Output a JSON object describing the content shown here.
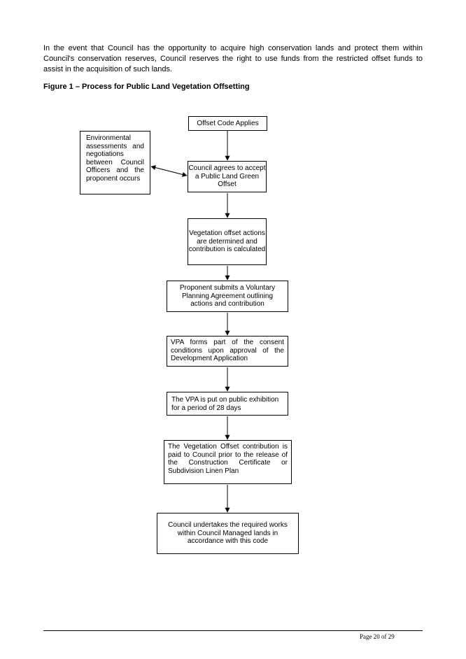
{
  "body": {
    "paragraph": "In the event that Council has the opportunity to acquire high conservation lands and protect them within Council's conservation reserves, Council reserves the right to use funds from the restricted offset funds to assist in the acquisition of such lands.",
    "figure_title": "Figure 1 – Process for Public Land Vegetation Offsetting"
  },
  "flowchart": {
    "side_note": "Environmental assessments and negotiations between Council Officers and the proponent occurs",
    "step1": "Offset Code Applies",
    "step2": "Council agrees to accept a Public Land Green Offset",
    "step3": "Vegetation offset actions are determined and contribution is calculated",
    "step4": "Proponent submits a Voluntary Planning Agreement outlining actions and contribution",
    "step5": "VPA forms part of the consent conditions upon approval of the Development Application",
    "step6": "The VPA is put on public exhibition for a period of 28 days",
    "step7": "The Vegetation Offset contribution is paid to Council prior to the release of the Construction Certificate or Subdivision Linen Plan",
    "step8": "Council undertakes the required works within Council Managed lands in accordance with this code"
  },
  "footer": {
    "page_label": "Page 20  of 29"
  }
}
